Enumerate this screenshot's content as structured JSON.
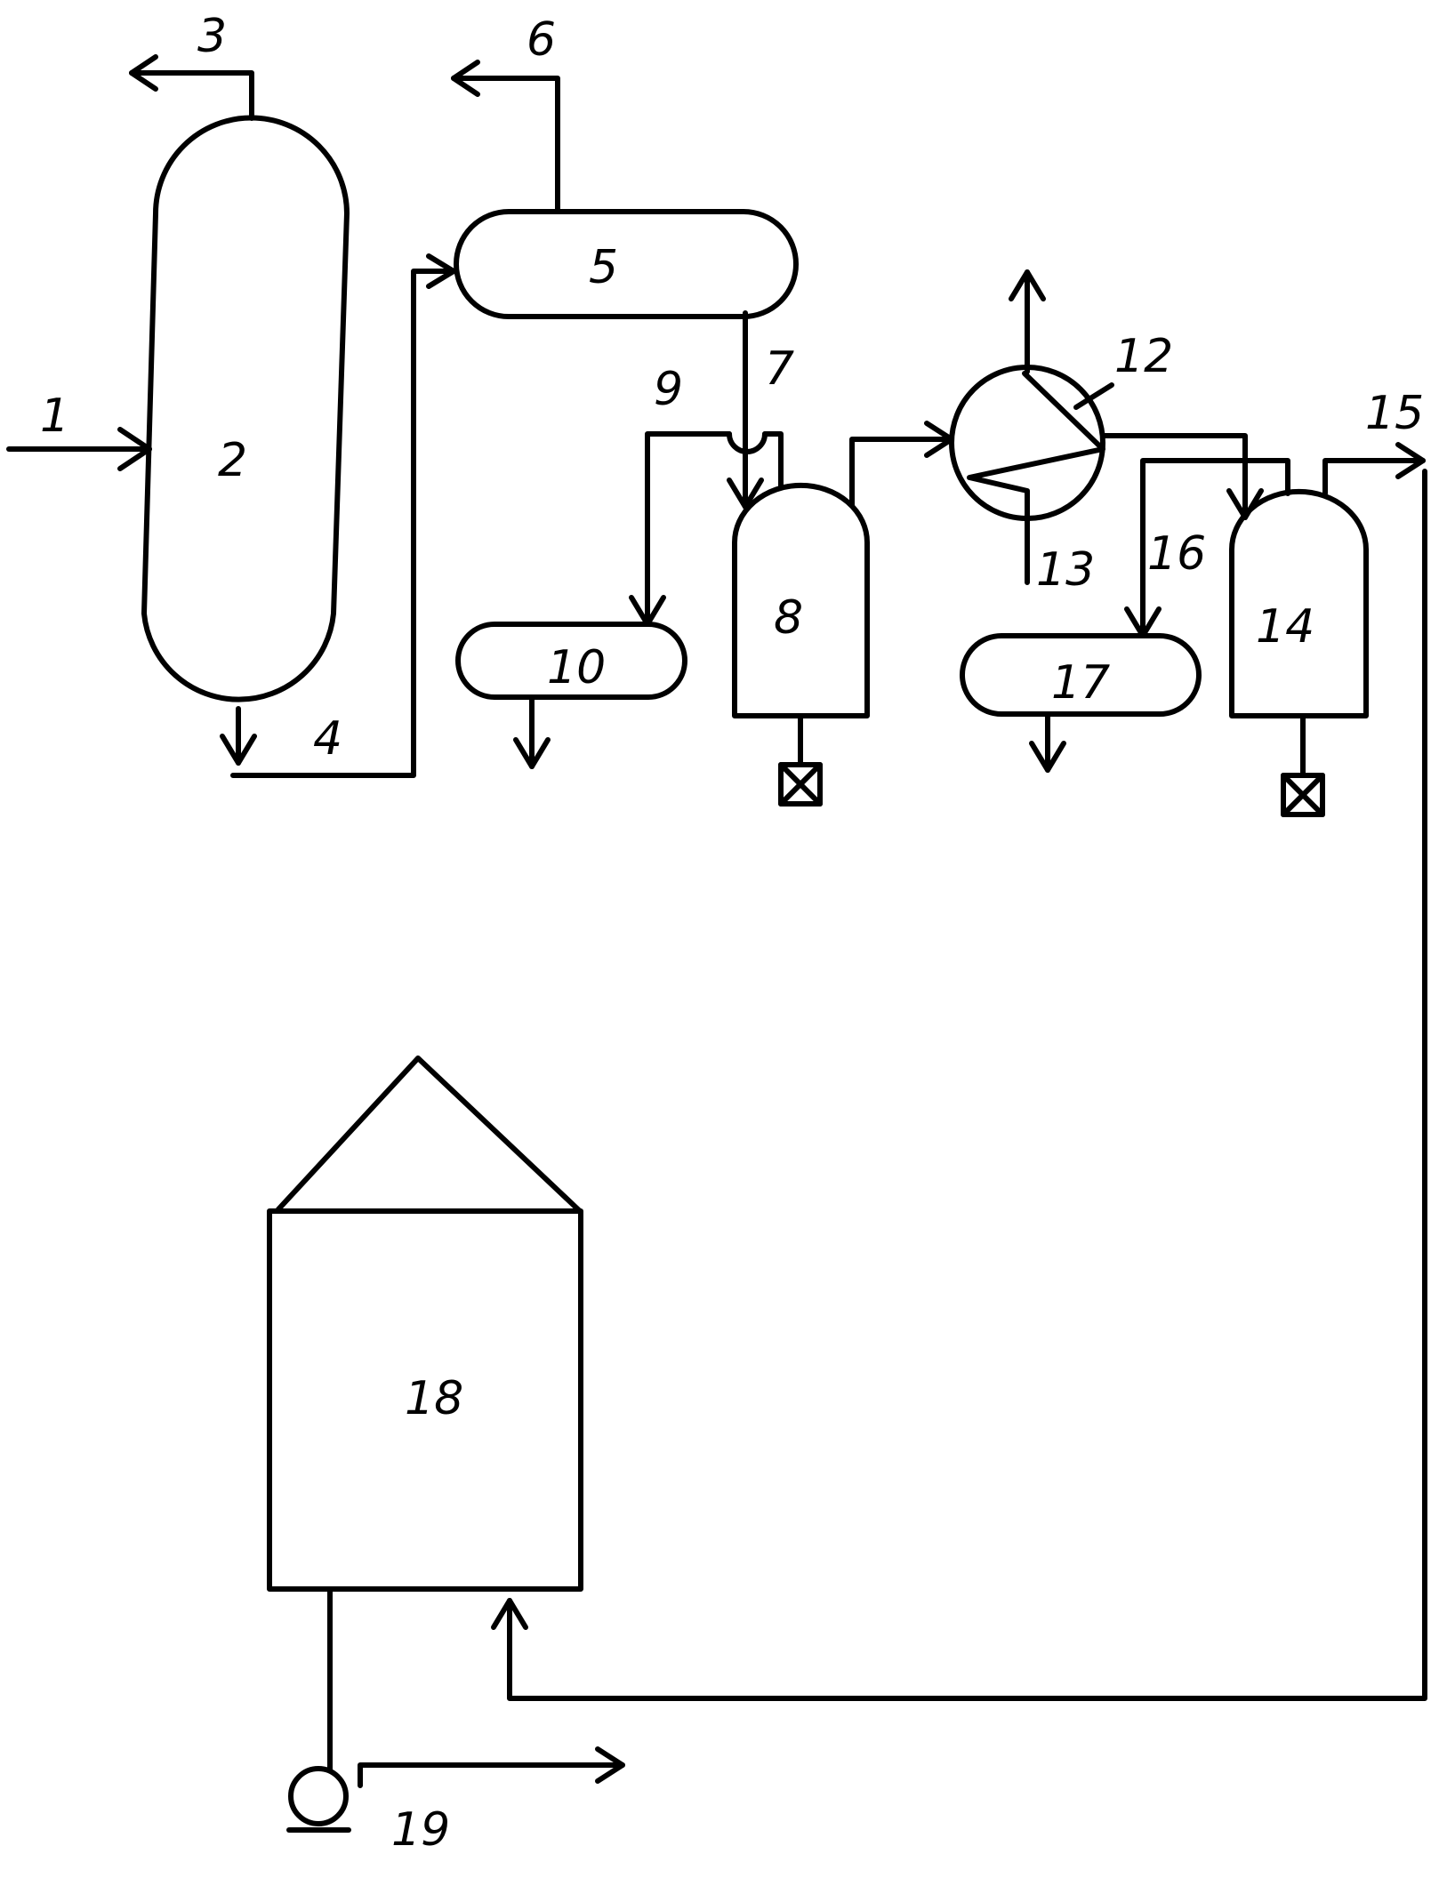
{
  "labels": {
    "l1": "1",
    "l2": "2",
    "l3": "3",
    "l4": "4",
    "l5": "5",
    "l6": "6",
    "l7": "7",
    "l8": "8",
    "l9": "9",
    "l10": "10",
    "l12": "12",
    "l13": "13",
    "l14": "14",
    "l15": "15",
    "l16": "16",
    "l17": "17",
    "l18": "18",
    "l19": "19"
  }
}
